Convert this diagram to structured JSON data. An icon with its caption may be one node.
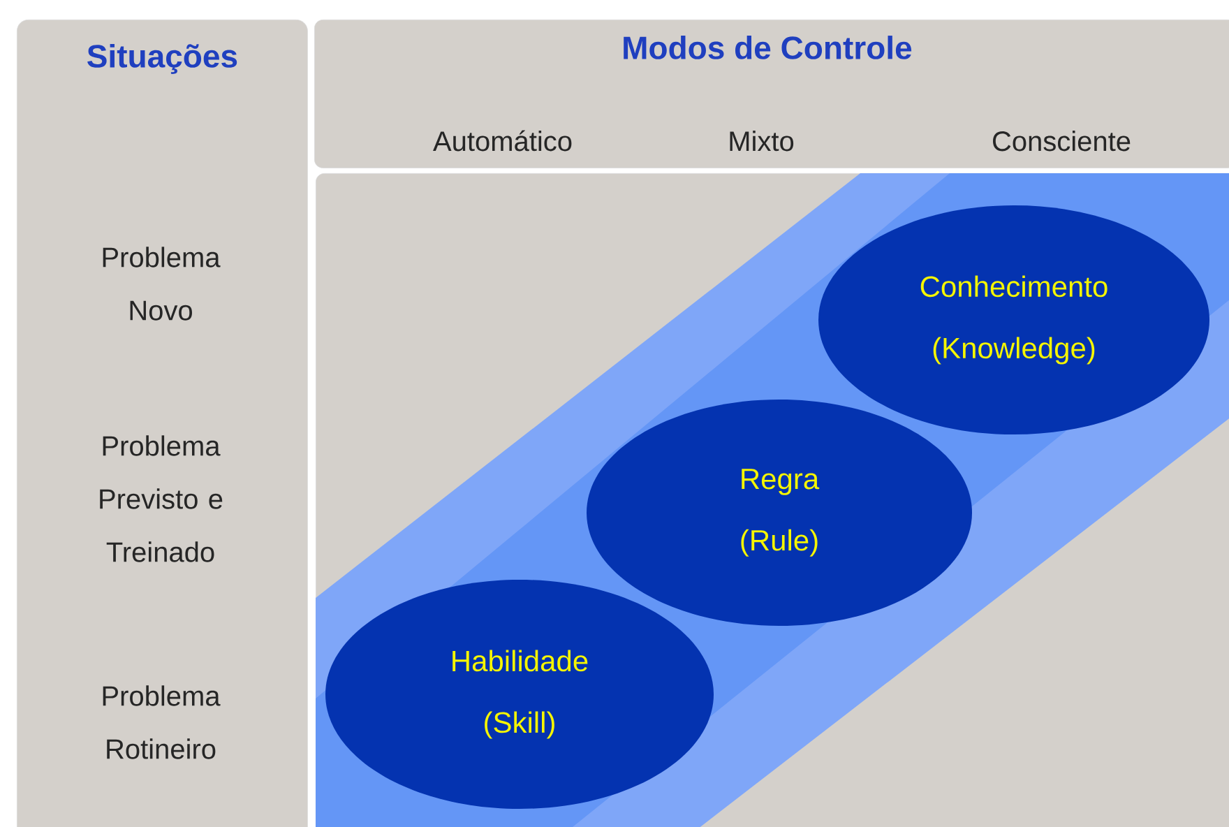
{
  "diagram": {
    "nodes": [
      {
        "text": [
          "Situações"
        ]
      },
      {
        "text": [
          "Modos de Controle"
        ]
      },
      {
        "text": [],
        "shape": "box"
      },
      {
        "text": [
          "Conhecimento",
          "(Knowledge)"
        ],
        "in": 2
      },
      {
        "text": [
          "Regra",
          "(Rule)"
        ],
        "in": 2
      },
      {
        "text": [
          "Habilidade",
          "(Skill)"
        ],
        "in": 2
      }
    ],
    "labels": [
      "Automático",
      "Mixto",
      "Consciente",
      "Problema Novo",
      "Problema Previsto e Treinado",
      "Problema Rotineiro"
    ]
  }
}
